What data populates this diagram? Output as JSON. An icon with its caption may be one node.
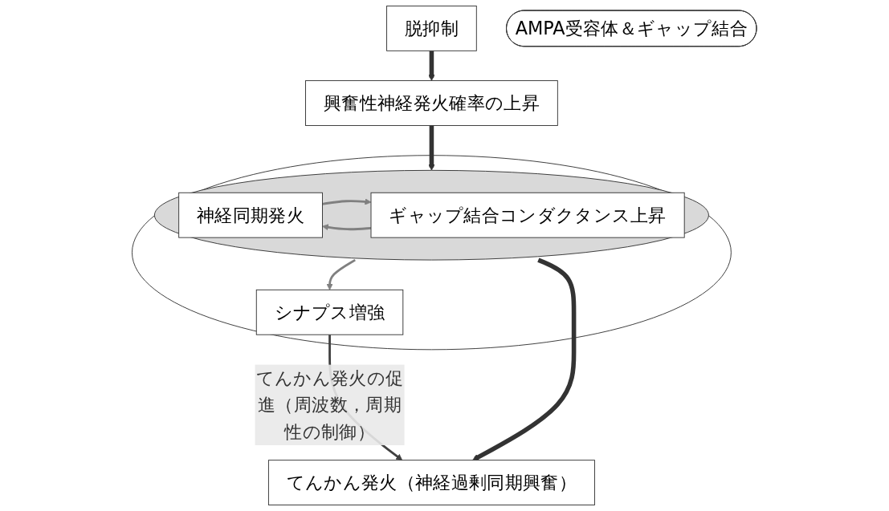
{
  "diagram": {
    "nodes": [
      {
        "text": [
          "脱抑制"
        ]
      },
      {
        "text": [
          "興奮性神経発火確率の上昇"
        ]
      },
      {
        "text": [],
        "shape": "ellipse"
      },
      {
        "text": [
          "AMPA受容体＆ギャップ結合"
        ]
      },
      {
        "text": [],
        "shape": "ellipse",
        "in": 2
      },
      {
        "text": [
          "神経同期発火"
        ],
        "in": 4
      },
      {
        "text": [
          "ギャップ結合コンダクタンス上昇"
        ],
        "in": 4
      },
      {
        "text": [
          "シナプス増強"
        ],
        "in": 2
      },
      {
        "text": [
          "てんかん発火（神経過剰同期興奮）"
        ]
      }
    ],
    "edges": [
      {
        "from": 0,
        "to": 1,
        "arrow": "to",
        "style": "thick"
      },
      {
        "from": 1,
        "to": 4,
        "arrow": "to",
        "style": "thick"
      },
      {
        "from": 5,
        "to": 6,
        "arrow": "to",
        "color": "#808080"
      },
      {
        "from": 6,
        "to": 5,
        "arrow": "to",
        "color": "#808080"
      },
      {
        "from": 4,
        "to": 7,
        "arrow": "to",
        "color": "#808080"
      },
      {
        "from": 7,
        "to": 8,
        "arrow": "to",
        "label": "てんかん発火の促進（周波数，周期性の制御）",
        "color": "#404040"
      },
      {
        "from": 4,
        "to": 8,
        "arrow": "to",
        "style": "thick"
      }
    ]
  }
}
